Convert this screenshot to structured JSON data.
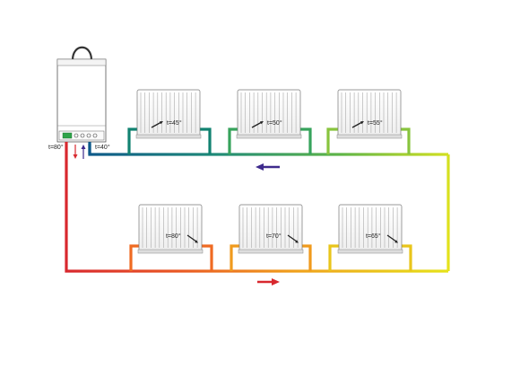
{
  "boiler": {
    "supply_label": "t=80°",
    "return_label": "t=40°"
  },
  "radiators": {
    "top": [
      {
        "temp_label": "t=45°"
      },
      {
        "temp_label": "t=50°"
      },
      {
        "temp_label": "t=55°"
      }
    ],
    "bottom": [
      {
        "temp_label": "t=80°"
      },
      {
        "temp_label": "t=70°"
      },
      {
        "temp_label": "t=65°"
      }
    ]
  },
  "flow_arrows": {
    "return_color": "#3e2a8c",
    "supply_color": "#d8282e"
  },
  "colors": {
    "hot": "#d8282e",
    "orange": "#ef7b1e",
    "yellow": "#e6e21a",
    "green": "#8bc43f",
    "teal": "#1f8a78",
    "cold": "#0e5a8a"
  }
}
